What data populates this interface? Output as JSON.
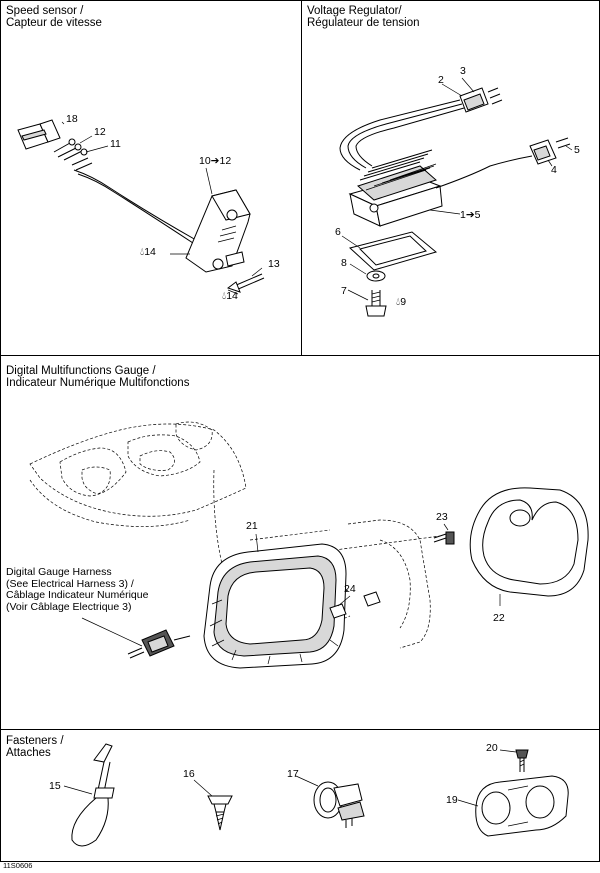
{
  "sections": {
    "speed_sensor": {
      "title": "Speed sensor /\nCapteur de vitesse"
    },
    "voltage_regulator": {
      "title": "Voltage Regulator/\nRégulateur de tension"
    },
    "gauge": {
      "title": "Digital Multifunctions Gauge /\nIndicateur Numérique Multifonctions"
    },
    "fasteners": {
      "title": "Fasteners /\nAttaches"
    }
  },
  "harness_note": "Digital Gauge Harness\n(See Electrical Harness 3) /\nCâblage Indicateur Numérique\n(Voir Câblage Electrique 3)",
  "labels": {
    "l18": "18",
    "l12": "12",
    "l11": "11",
    "l10_12": "10➔12",
    "l14a": "14",
    "l13": "13",
    "l14b": "14",
    "l3": "3",
    "l2": "2",
    "l5": "5",
    "l4": "4",
    "l1_5": "1➔5",
    "l6": "6",
    "l8": "8",
    "l7": "7",
    "l9": "9",
    "l21": "21",
    "l23": "23",
    "l24": "24",
    "l22": "22",
    "l15": "15",
    "l16": "16",
    "l17": "17",
    "l20": "20",
    "l19": "19"
  },
  "icons": {
    "drop": "drop-icon",
    "arrow": "arrow-icon"
  },
  "reference": "11S0606"
}
